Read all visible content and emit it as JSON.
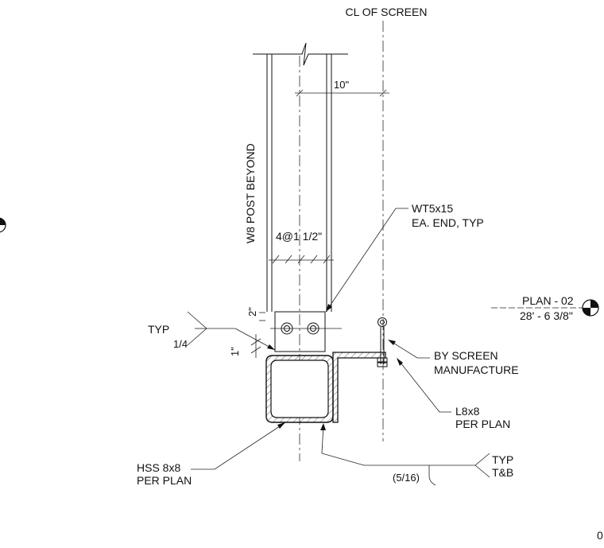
{
  "labels": {
    "cl_screen": "CL OF SCREEN",
    "dim_10": "10\"",
    "post_beyond": "W8 POST BEYOND",
    "bolt_spacing": "4@1 1/2\"",
    "wt_line1": "WT5x15",
    "wt_line2": "EA. END, TYP",
    "plan_title": "PLAN - 02",
    "plan_elev": "28' - 6 3/8\"",
    "weld_typ": "TYP",
    "weld_size": "1/4",
    "dim_2": "2\"",
    "dim_1": "1\"",
    "by_line1": "BY SCREEN",
    "by_line2": "MANUFACTURE",
    "l8_line1": "L8x8",
    "l8_line2": "PER PLAN",
    "hss_line1": "HSS 8x8",
    "hss_line2": "PER PLAN",
    "weld2_typ": "TYP",
    "weld2_tb": "T&B",
    "weld2_size": "(5/16)",
    "page_number": "0"
  },
  "colors": {
    "ink": "#111111",
    "background": "#ffffff"
  }
}
